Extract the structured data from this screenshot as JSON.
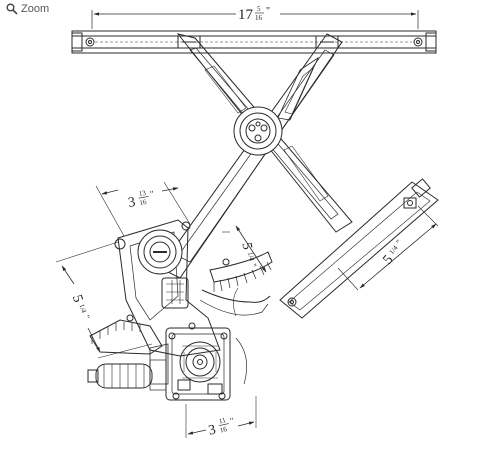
{
  "toolbar": {
    "zoom_label": "Zoom",
    "zoom_icon": "magnifier-icon"
  },
  "dimensions": {
    "top_width": {
      "whole": "17",
      "numerator": "5",
      "denominator": "16",
      "unit": "\""
    },
    "arm_gap": {
      "whole": "3",
      "numerator": "13",
      "denominator": "16",
      "unit": "\""
    },
    "sector_radius": {
      "whole": "5",
      "fraction": "1/4",
      "unit": "\""
    },
    "lower_rail": {
      "whole": "5",
      "fraction": "1/4",
      "unit": "\""
    },
    "left_height": {
      "whole": "5",
      "fraction": "1/4",
      "unit": "\""
    },
    "motor_width": {
      "whole": "3",
      "numerator": "11",
      "denominator": "16",
      "unit": "\""
    }
  },
  "colors": {
    "line": "#2a2a2a",
    "background": "#ffffff"
  }
}
